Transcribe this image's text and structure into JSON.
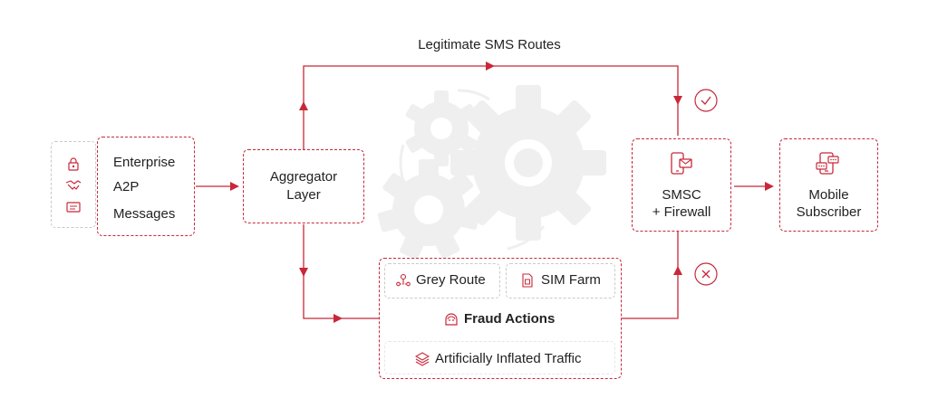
{
  "title": "Legitimate SMS Routes",
  "source": {
    "lines": [
      "Enterprise",
      "A2P",
      "Messages"
    ],
    "icons": [
      "lock-icon",
      "handshake-icon",
      "message-card-icon"
    ]
  },
  "aggregator": {
    "label_line1": "Aggregator",
    "label_line2": "Layer"
  },
  "smsc": {
    "label_line1": "SMSC",
    "label_line2": "+ Firewall",
    "icon": "phone-message-icon"
  },
  "subscriber": {
    "label_line1": "Mobile",
    "label_line2": "Subscriber",
    "icon": "phone-chat-icon"
  },
  "fraud": {
    "grey_route": "Grey Route",
    "sim_farm": "SIM Farm",
    "actions": "Fraud Actions",
    "inflated": "Artificially Inflated Traffic"
  },
  "status": {
    "legit": "check-circle-icon",
    "fraud": "x-circle-icon"
  },
  "colors": {
    "accent": "#c8283a",
    "gear": "#efefef",
    "dash_grey": "#c9c9c9"
  }
}
